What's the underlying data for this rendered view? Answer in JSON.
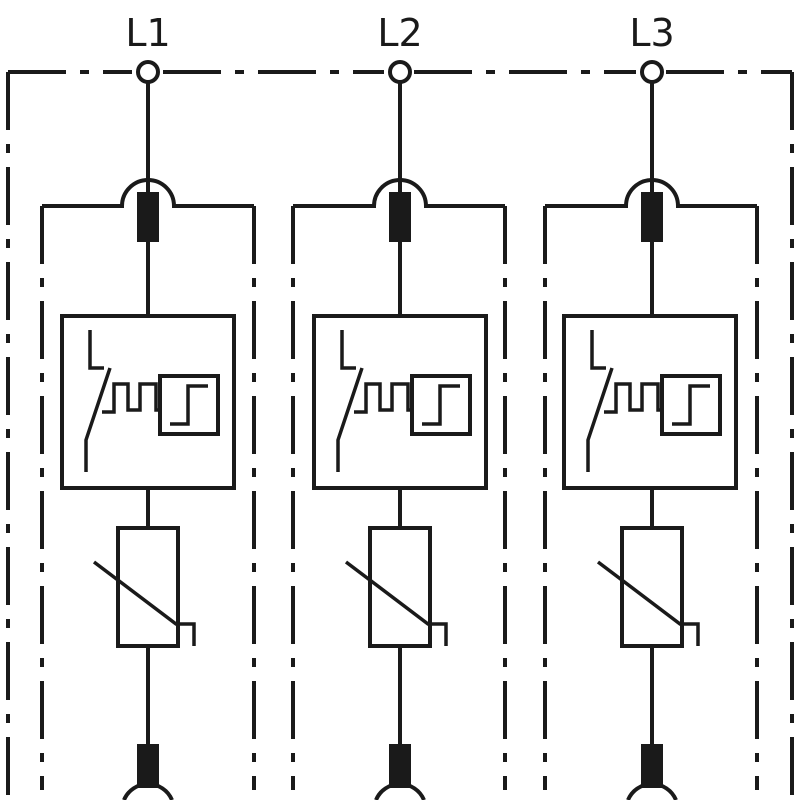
{
  "diagram": {
    "phases": [
      {
        "label": "L1"
      },
      {
        "label": "L2"
      },
      {
        "label": "L3"
      }
    ],
    "colors": {
      "line": "#1a1a1a",
      "background": "#ffffff"
    }
  }
}
